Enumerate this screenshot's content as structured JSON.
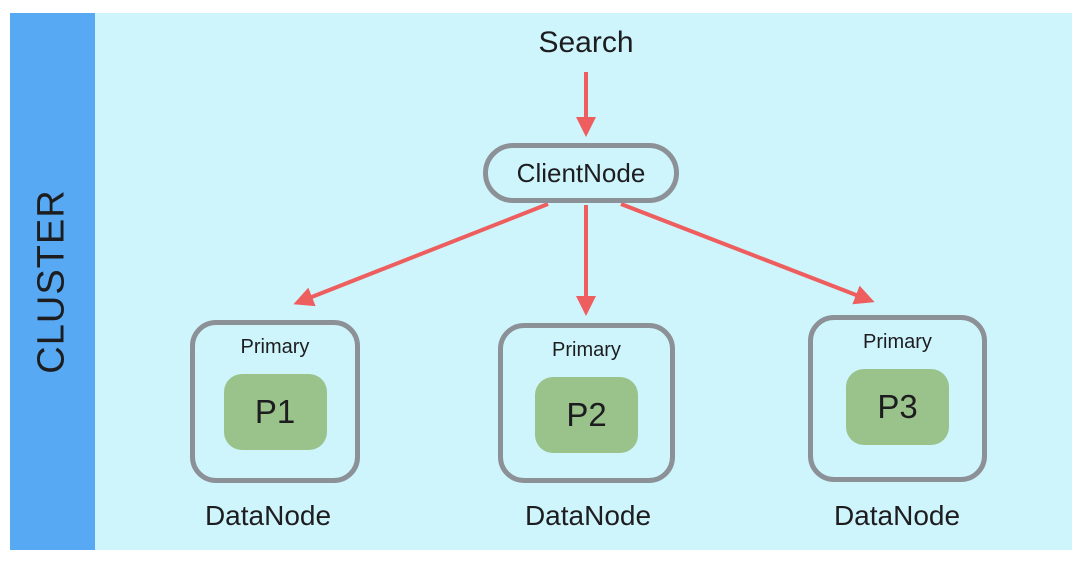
{
  "diagram": {
    "cluster_label": "CLUSTER",
    "search_label": "Search",
    "client_node_label": "ClientNode",
    "data_nodes": [
      {
        "type_label": "Primary",
        "shard_label": "P1",
        "node_label": "DataNode"
      },
      {
        "type_label": "Primary",
        "shard_label": "P2",
        "node_label": "DataNode"
      },
      {
        "type_label": "Primary",
        "shard_label": "P3",
        "node_label": "DataNode"
      }
    ],
    "edges": [
      {
        "from": "Search",
        "to": "ClientNode"
      },
      {
        "from": "ClientNode",
        "to": "DataNode-1"
      },
      {
        "from": "ClientNode",
        "to": "DataNode-2"
      },
      {
        "from": "ClientNode",
        "to": "DataNode-3"
      }
    ],
    "colors": {
      "cluster_bar": "#57a9f3",
      "panel_bg": "#cef4fc",
      "arrow": "#ee5e5e",
      "node_border": "#8b9196",
      "shard_fill": "#9ac28b",
      "text": "#1d1d1f"
    }
  }
}
